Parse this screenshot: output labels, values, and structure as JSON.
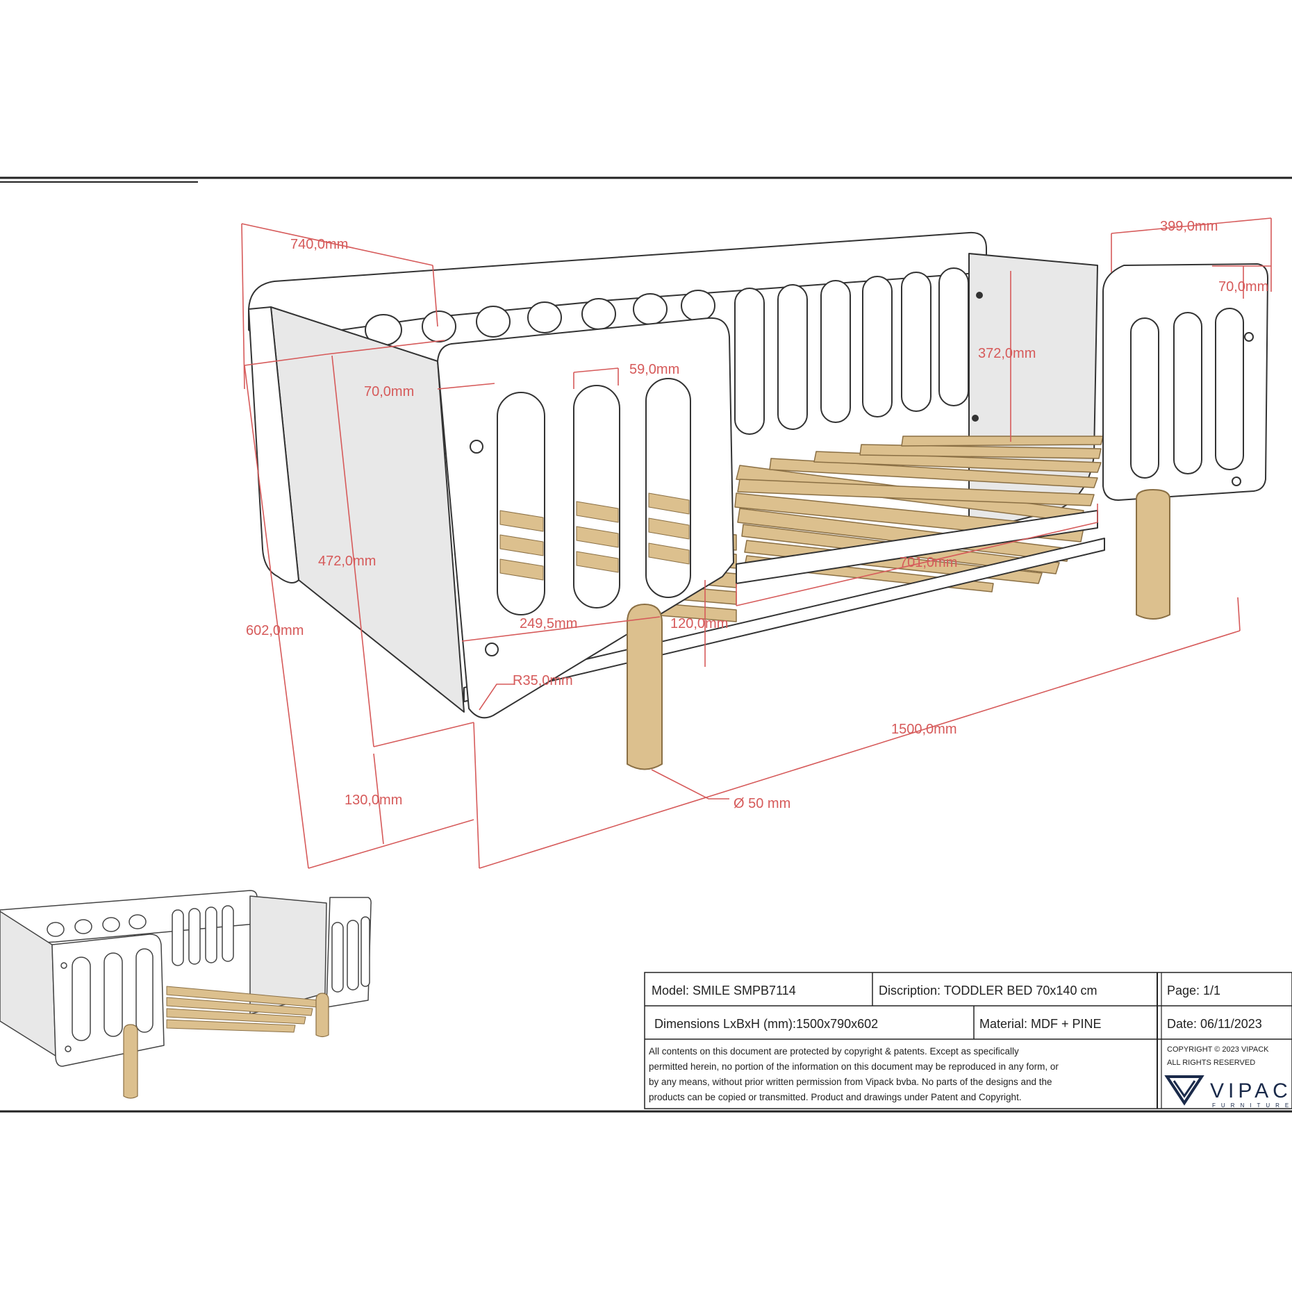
{
  "dimensions": [
    {
      "id": "width-top",
      "text": "740,0mm"
    },
    {
      "id": "headboard-width",
      "text": "399,0mm"
    },
    {
      "id": "top-rail",
      "text": "70,0mm"
    },
    {
      "id": "head-height",
      "text": "372,0mm"
    },
    {
      "id": "side-rail",
      "text": "70,0mm"
    },
    {
      "id": "slot-width",
      "text": "59,0mm"
    },
    {
      "id": "panel-height",
      "text": "472,0mm"
    },
    {
      "id": "total-height",
      "text": "602,0mm"
    },
    {
      "id": "mattress-length",
      "text": "701,0mm"
    },
    {
      "id": "opening",
      "text": "249,5mm"
    },
    {
      "id": "ground-clearance",
      "text": "120,0mm"
    },
    {
      "id": "corner-radius",
      "text": "R35,0mm"
    },
    {
      "id": "total-length",
      "text": "1500,0mm"
    },
    {
      "id": "leg-height",
      "text": "130,0mm"
    },
    {
      "id": "leg-diameter",
      "text": "Ø 50 mm"
    }
  ],
  "title_block": {
    "model": "Model: SMILE SMPB7114",
    "description": "Discription: TODDLER BED 70x140 cm",
    "page": "Page: 1/1",
    "dimensions": "Dimensions LxBxH (mm):1500x790x602",
    "material": "Material: MDF + PINE",
    "date": "Date: 06/11/2023",
    "legal_lines": [
      "All contents on this document are protected by copyright & patents. Except as specifically",
      "permitted herein, no portion of the information on this document may be reproduced in any form, or",
      "by any means, without prior written permission from Vipack bvba. No parts of the designs and the",
      "products can be copied or transmitted. Product and drawings under Patent and Copyright."
    ],
    "copyright": "COPYRIGHT © 2023 VIPACK",
    "rights": "ALL RIGHTS RESERVED",
    "logo_text": "VIPACK",
    "logo_sub": "FURNITURE"
  },
  "colors": {
    "dimension": "#d65a5a",
    "wood": "#dcc08e",
    "panel_shade": "#e8e8e8",
    "outline": "#222222"
  }
}
